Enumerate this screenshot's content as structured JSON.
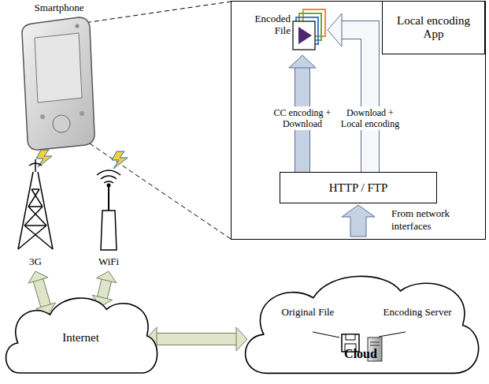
{
  "diagram": {
    "nodes": [
      {
        "text": [
          "Encoded File"
        ]
      },
      {
        "text": [
          "Local encoding App"
        ]
      },
      {
        "text": [
          "HTTP / FTP"
        ]
      },
      {
        "text": [
          "Smartphone"
        ]
      },
      {
        "text": [
          "3G"
        ]
      },
      {
        "text": [
          "WiFi"
        ]
      },
      {
        "text": [
          "Internet"
        ]
      },
      {
        "text": [
          "Cloud"
        ]
      },
      {
        "text": [
          "Original File"
        ],
        "in": 7
      },
      {
        "text": [
          "Encoding Server"
        ],
        "in": 7
      }
    ],
    "edges": [
      {
        "from": 2,
        "to": 0,
        "label": "CC encoding + Download",
        "arrow": "to"
      },
      {
        "from": 2,
        "to": 0,
        "label": "Download + Local encoding",
        "arrow": "to"
      },
      {
        "from": 4,
        "to": 6,
        "arrow": "both"
      },
      {
        "from": 5,
        "to": 6,
        "arrow": "both"
      },
      {
        "from": 6,
        "to": 7,
        "arrow": "both"
      }
    ],
    "labels": [
      "From network interfaces"
    ]
  }
}
